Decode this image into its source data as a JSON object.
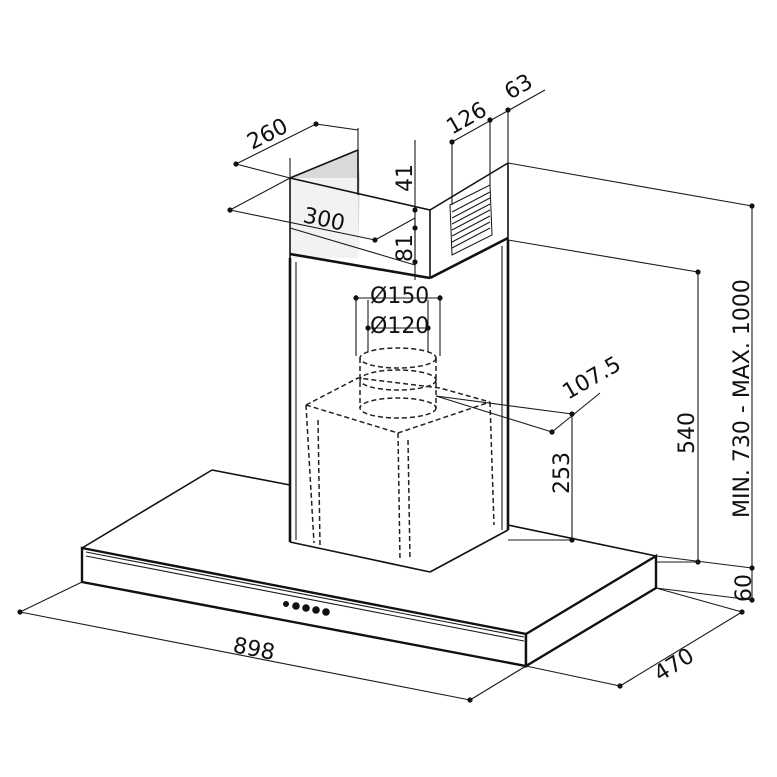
{
  "dimensions": {
    "chimney_depth": "260",
    "chimney_width": "300",
    "grille_offset": "126",
    "grille_width": "63",
    "upper_gap": "41",
    "upper_band": "81",
    "outlet_outer": "Ø150",
    "outlet_inner": "Ø120",
    "motor_offset": "107.5",
    "motor_height": "253",
    "lower_chimney": "540",
    "total_height": "MIN. 730 - MAX. 1000",
    "canopy_height": "60",
    "canopy_width": "898",
    "canopy_depth": "470"
  },
  "icons": [
    "control-button-icon"
  ]
}
